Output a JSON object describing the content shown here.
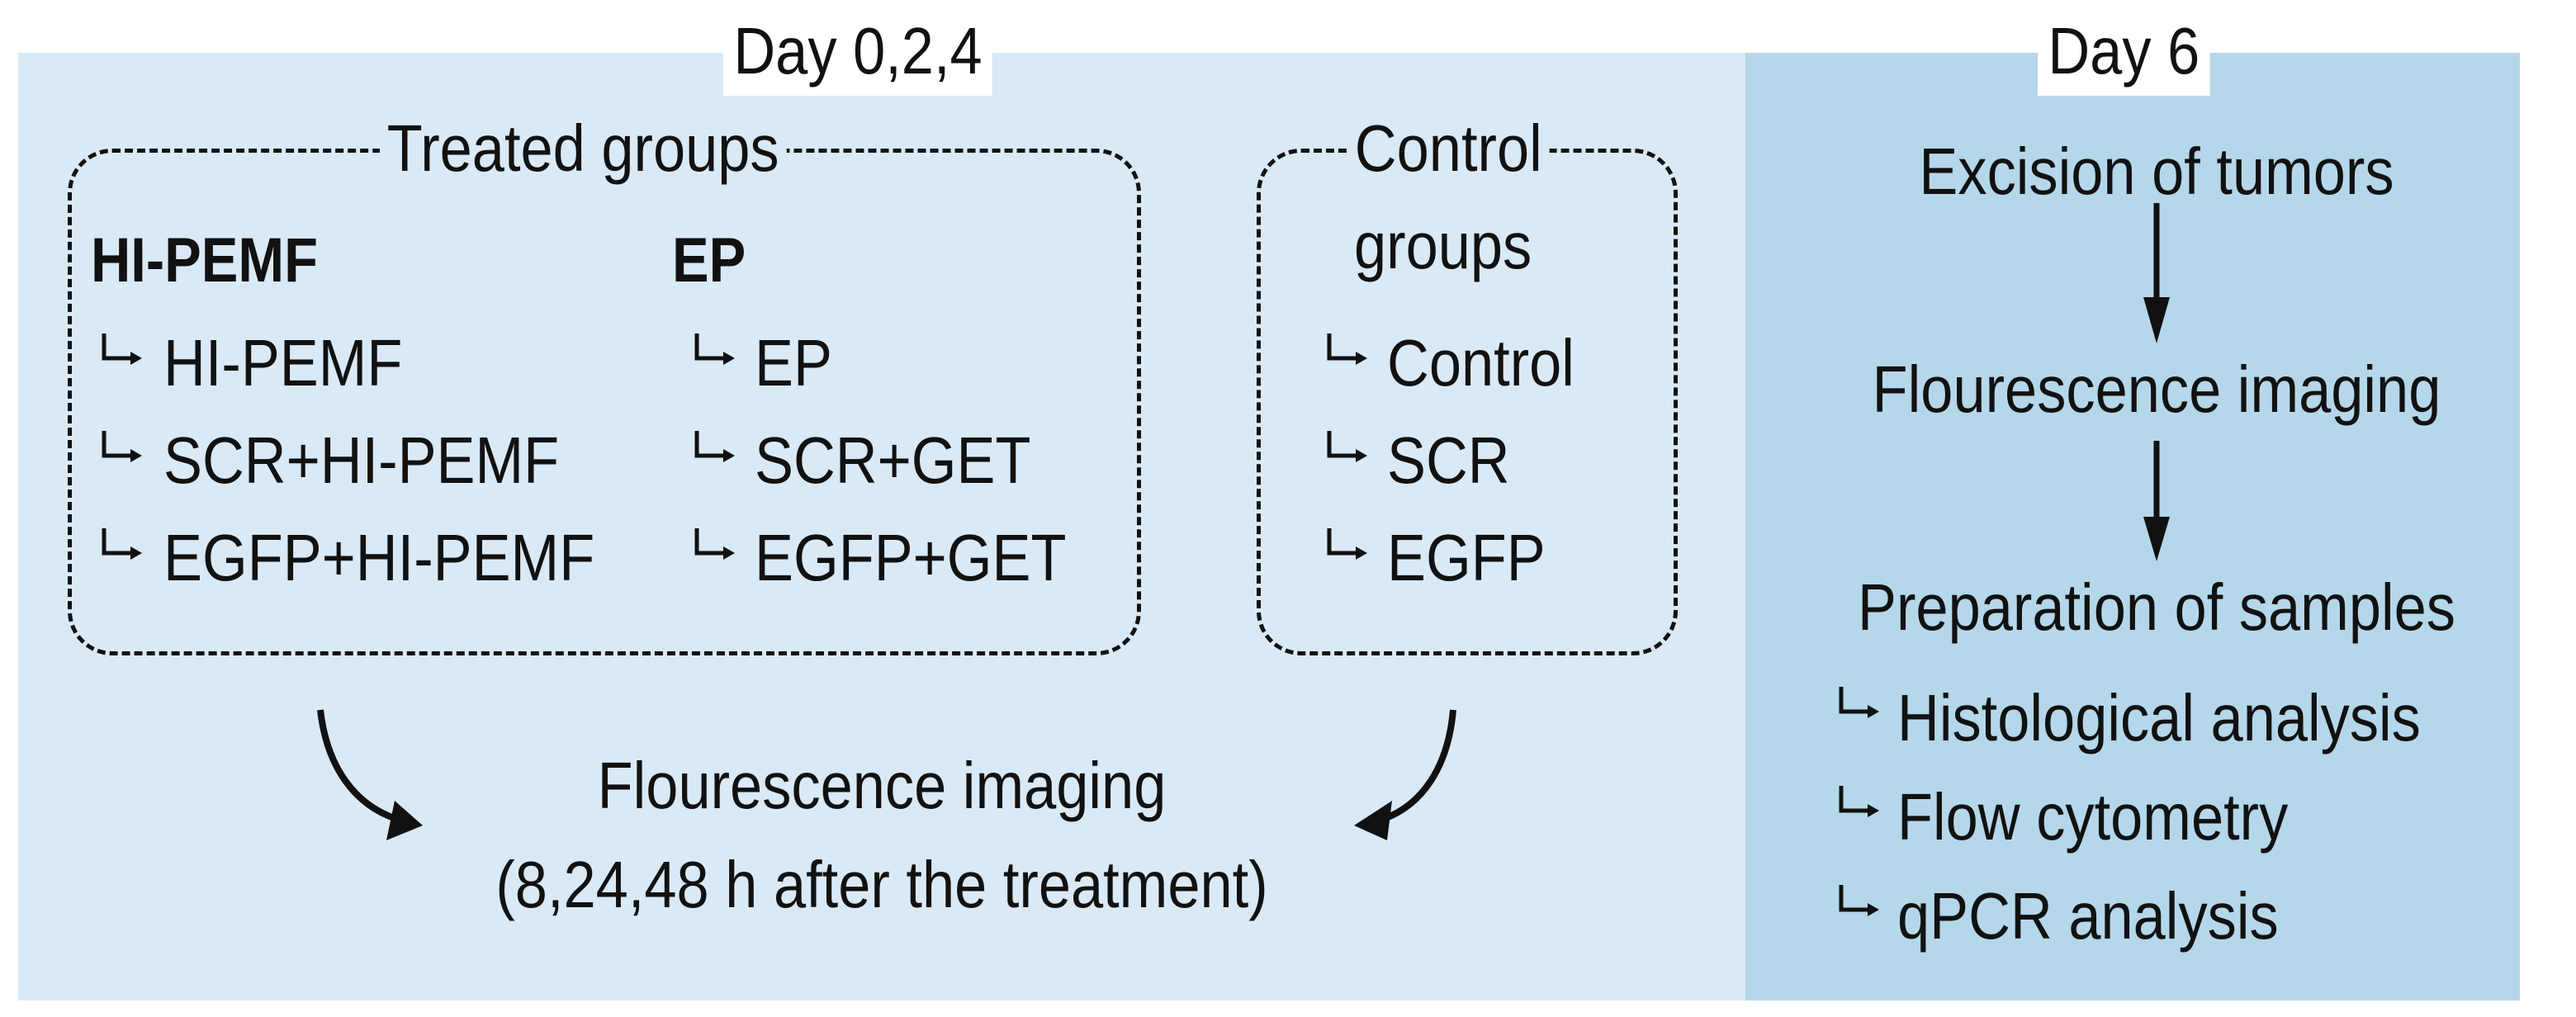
{
  "days": {
    "left": "Day 0,2,4",
    "right": "Day 6"
  },
  "treated": {
    "title": "Treated groups",
    "hipemf": {
      "head": "HI-PEMF",
      "items": [
        "HI-PEMF",
        "SCR+HI-PEMF",
        "EGFP+HI-PEMF"
      ]
    },
    "ep": {
      "head": "EP",
      "items": [
        "EP",
        "SCR+GET",
        "EGFP+GET"
      ]
    }
  },
  "control": {
    "title_line1": "Control",
    "title_line2": "groups",
    "items": [
      "Control",
      "SCR",
      "EGFP"
    ]
  },
  "bottom": {
    "line1": "Flourescence imaging",
    "line2": "(8,24,48 h after the treatment)"
  },
  "right": {
    "step1": "Excision of tumors",
    "step2": "Flourescence imaging",
    "step3": "Preparation of samples",
    "analyses": [
      "Histological analysis",
      "Flow cytometry",
      "qPCR analysis"
    ]
  }
}
